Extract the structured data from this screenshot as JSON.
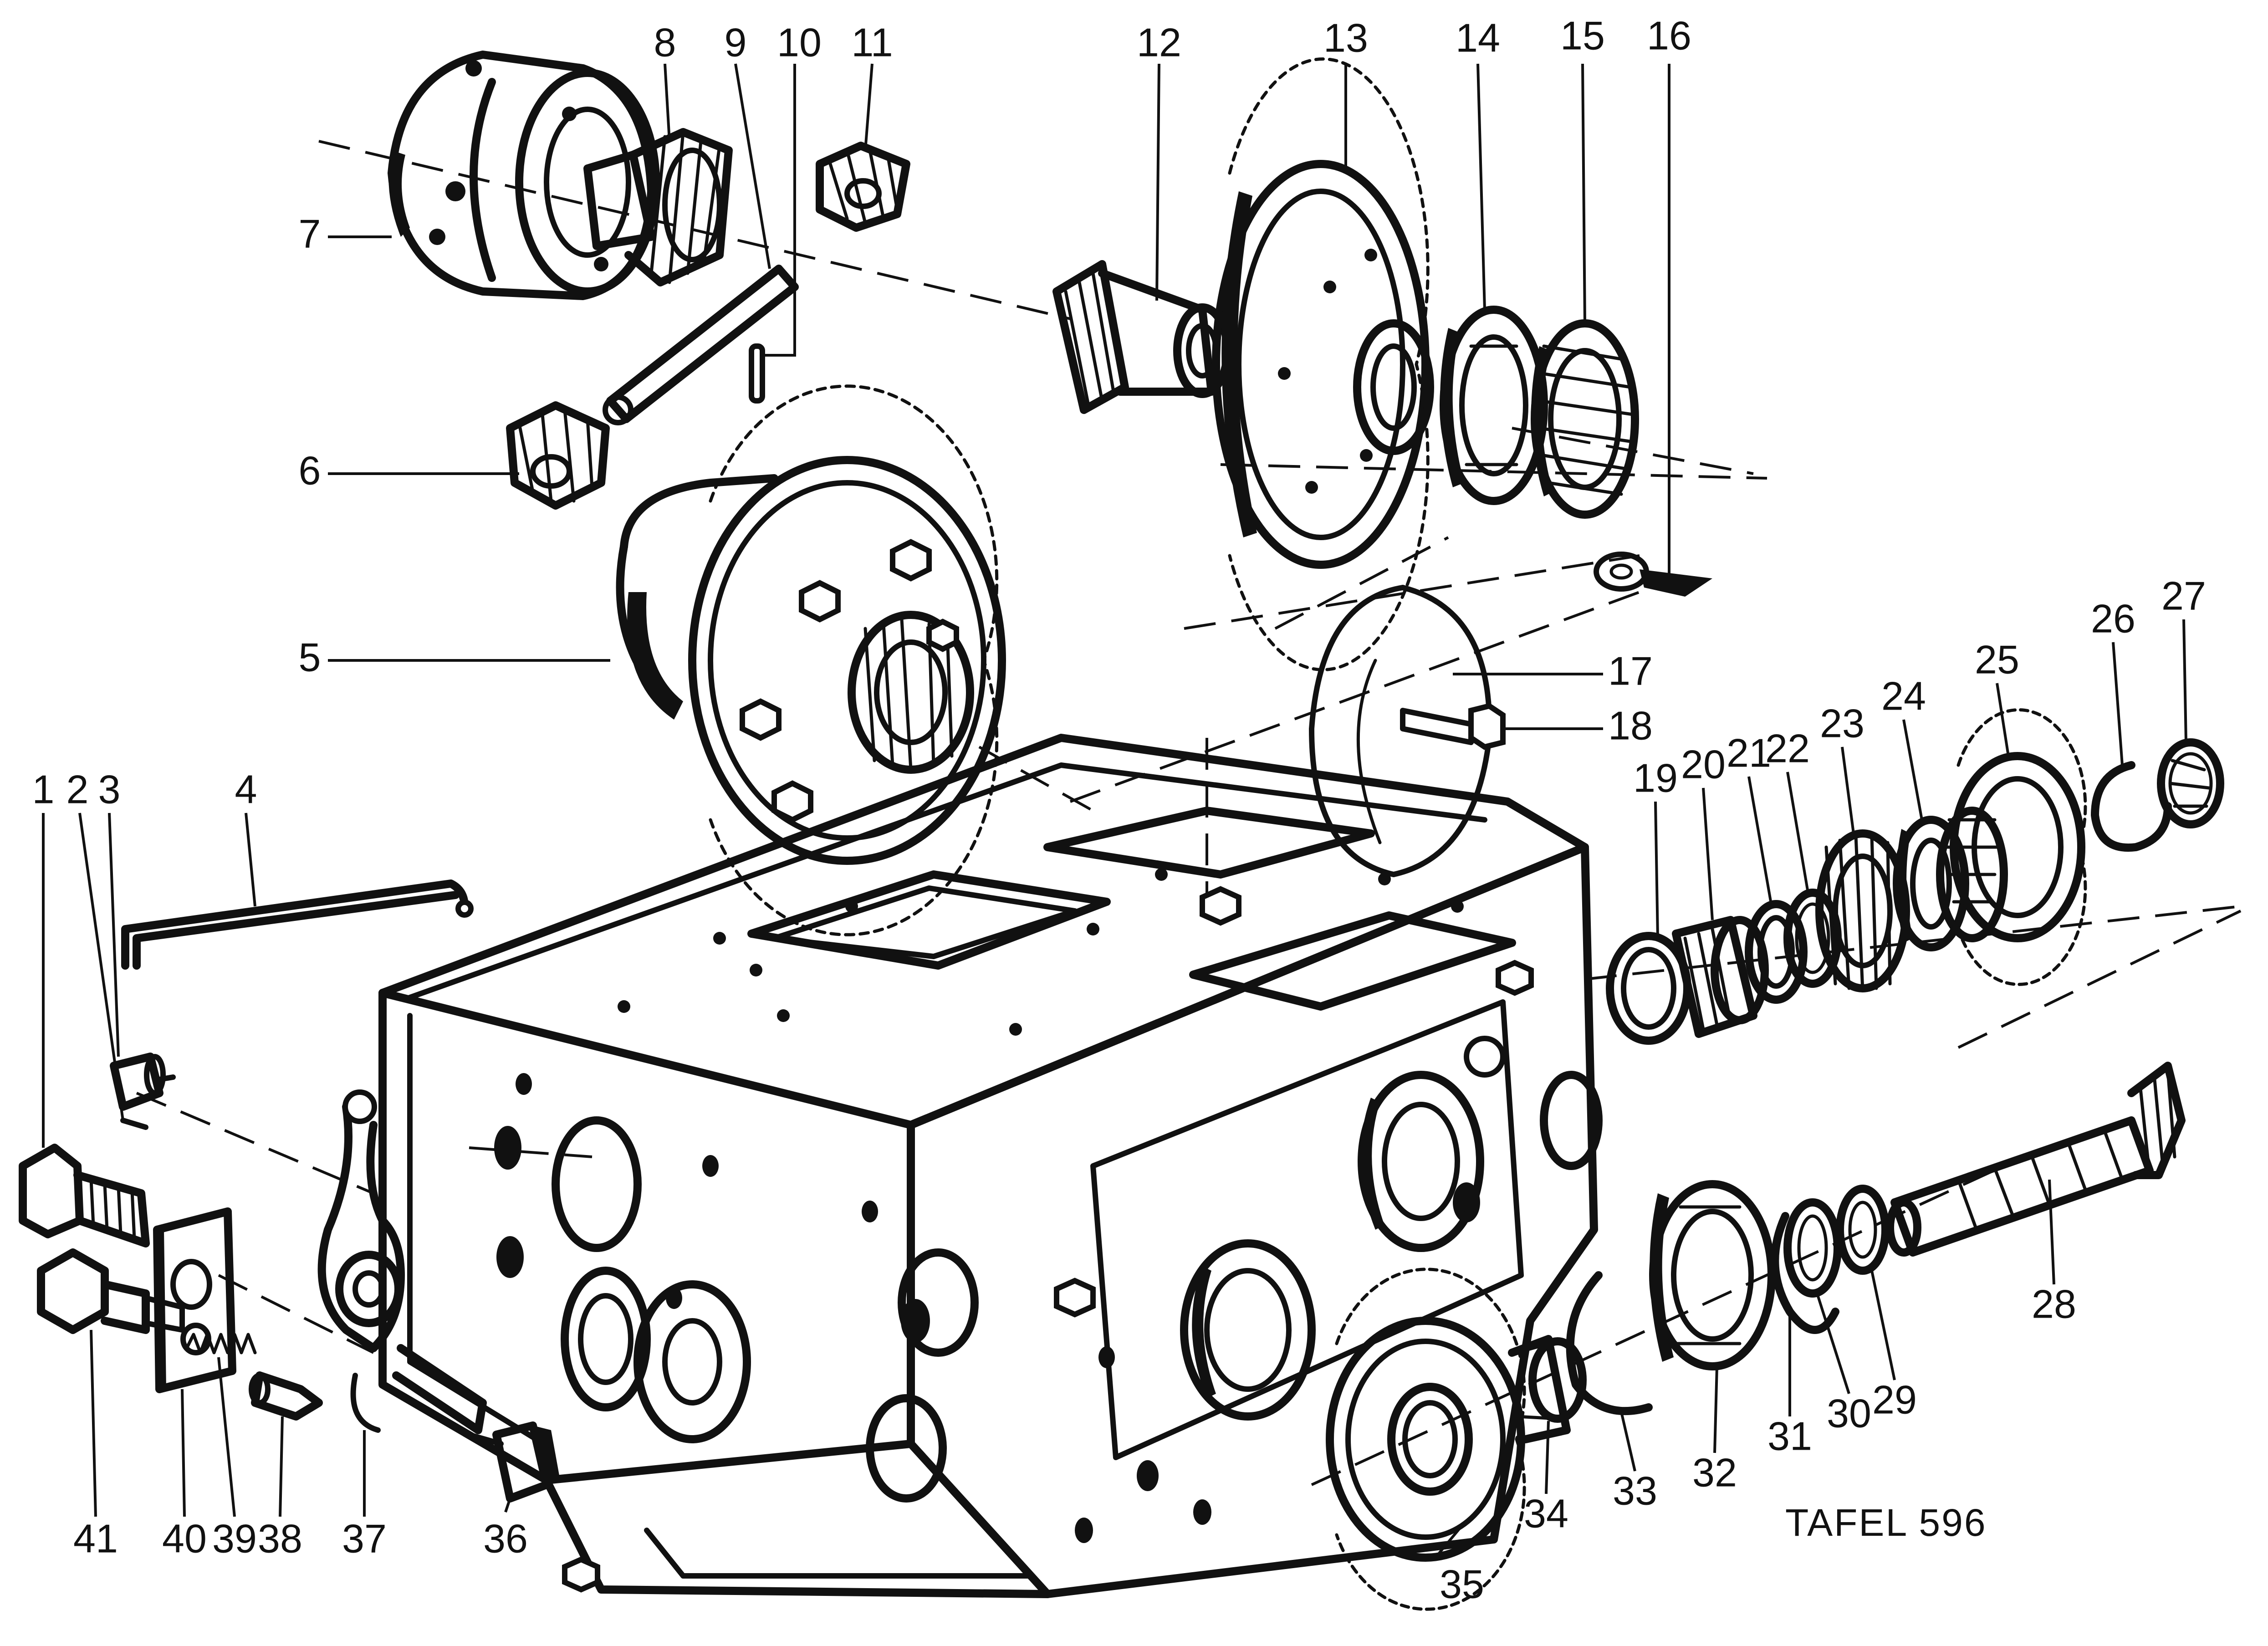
{
  "plate_label": "TAFEL  596",
  "callouts": [
    {
      "id": "1",
      "label": "1"
    },
    {
      "id": "2",
      "label": "2"
    },
    {
      "id": "3",
      "label": "3"
    },
    {
      "id": "4",
      "label": "4"
    },
    {
      "id": "5",
      "label": "5"
    },
    {
      "id": "6",
      "label": "6"
    },
    {
      "id": "7",
      "label": "7"
    },
    {
      "id": "8",
      "label": "8"
    },
    {
      "id": "9",
      "label": "9"
    },
    {
      "id": "10",
      "label": "10"
    },
    {
      "id": "11",
      "label": "11"
    },
    {
      "id": "12",
      "label": "12"
    },
    {
      "id": "13",
      "label": "13"
    },
    {
      "id": "14",
      "label": "14"
    },
    {
      "id": "15",
      "label": "15"
    },
    {
      "id": "16",
      "label": "16"
    },
    {
      "id": "17",
      "label": "17"
    },
    {
      "id": "18",
      "label": "18"
    },
    {
      "id": "19",
      "label": "19"
    },
    {
      "id": "20",
      "label": "20"
    },
    {
      "id": "21",
      "label": "21"
    },
    {
      "id": "22",
      "label": "22"
    },
    {
      "id": "23",
      "label": "23"
    },
    {
      "id": "24",
      "label": "24"
    },
    {
      "id": "25",
      "label": "25"
    },
    {
      "id": "26",
      "label": "26"
    },
    {
      "id": "27",
      "label": "27"
    },
    {
      "id": "28",
      "label": "28"
    },
    {
      "id": "29",
      "label": "29"
    },
    {
      "id": "30",
      "label": "30"
    },
    {
      "id": "31",
      "label": "31"
    },
    {
      "id": "32",
      "label": "32"
    },
    {
      "id": "33",
      "label": "33"
    },
    {
      "id": "34",
      "label": "34"
    },
    {
      "id": "35",
      "label": "35"
    },
    {
      "id": "36",
      "label": "36"
    },
    {
      "id": "37",
      "label": "37"
    },
    {
      "id": "38",
      "label": "38"
    },
    {
      "id": "39",
      "label": "39"
    },
    {
      "id": "40",
      "label": "40"
    },
    {
      "id": "41",
      "label": "41"
    }
  ]
}
